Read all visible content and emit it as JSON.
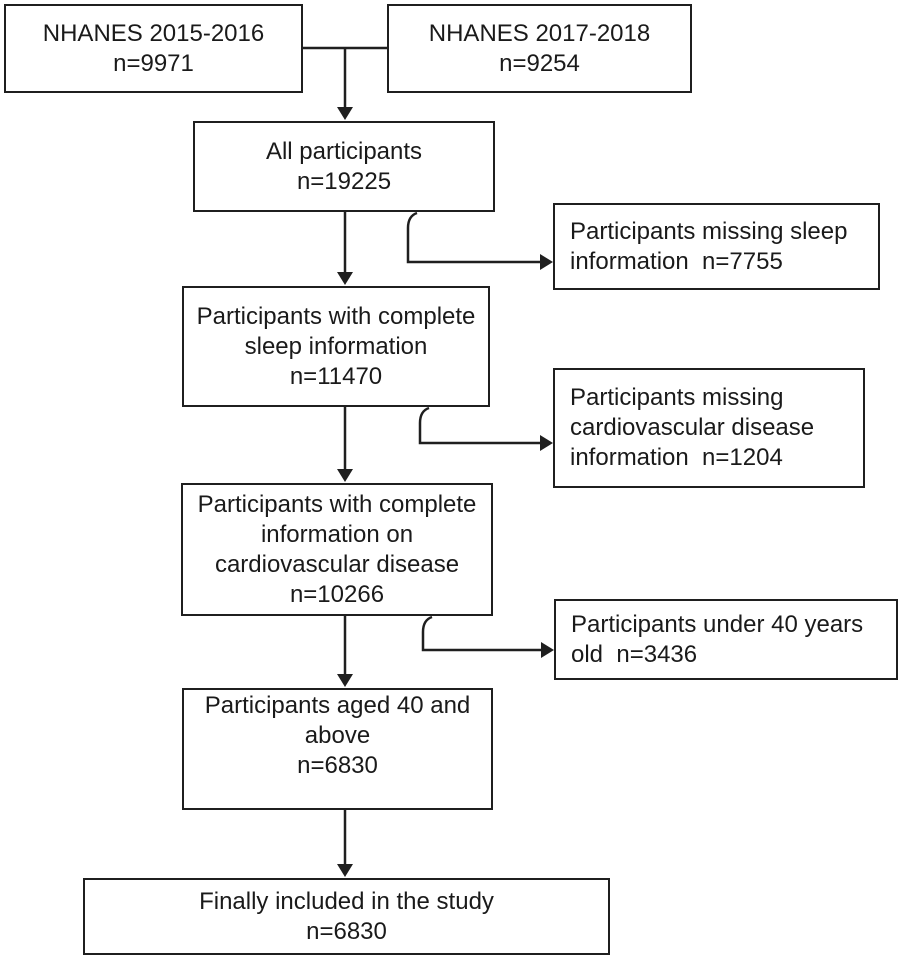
{
  "diagram": {
    "type": "flowchart",
    "colors": {
      "line": "#1f1f1f",
      "box_border": "#1f1f1f",
      "text": "#1a1a1a",
      "background": "#ffffff"
    },
    "nodes": {
      "nhanes_2015": {
        "lines": [
          "NHANES 2015-2016",
          "n=9971"
        ],
        "n": 9971
      },
      "nhanes_2017": {
        "lines": [
          "NHANES 2017-2018",
          "n=9254"
        ],
        "n": 9254
      },
      "all_participants": {
        "lines": [
          "All participants",
          "n=19225"
        ],
        "n": 19225
      },
      "complete_sleep": {
        "lines": [
          "Participants with complete",
          "sleep information",
          "n=11470"
        ],
        "n": 11470
      },
      "complete_cvd": {
        "lines": [
          "Participants with complete",
          "information on",
          "cardiovascular disease",
          "n=10266"
        ],
        "n": 10266
      },
      "aged_40_above": {
        "lines": [
          "Participants aged 40 and",
          "above",
          "n=6830"
        ],
        "n": 6830
      },
      "final_included": {
        "lines": [
          "Finally included in the study",
          "n=6830"
        ],
        "n": 6830
      }
    },
    "exclusions": {
      "missing_sleep": {
        "lines": [
          "Participants missing sleep",
          "information  n=7755"
        ],
        "n": 7755
      },
      "missing_cvd": {
        "lines": [
          "Participants missing",
          "cardiovascular disease",
          "information  n=1204"
        ],
        "n": 1204
      },
      "under_40": {
        "lines": [
          "Participants under 40 years",
          "old  n=3436"
        ],
        "n": 3436
      }
    }
  }
}
